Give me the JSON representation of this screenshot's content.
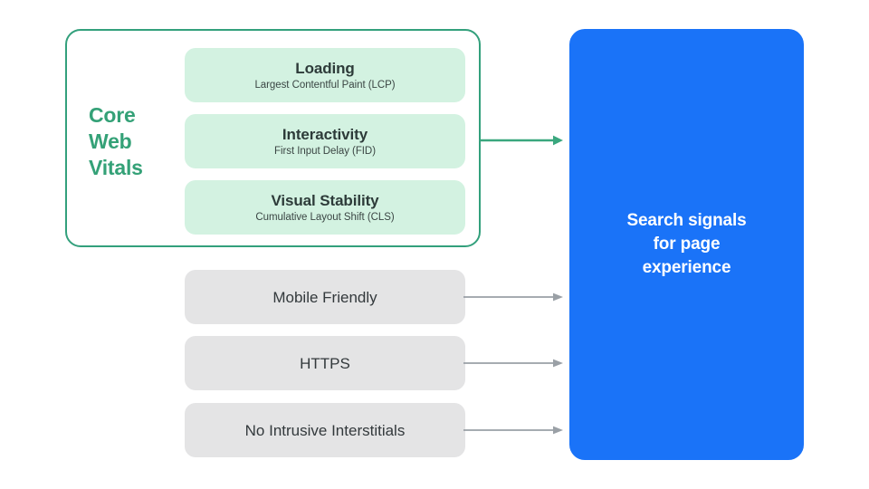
{
  "diagram": {
    "title": "Search signals for page experience",
    "colors": {
      "core_web_vitals_accent": "#34a177",
      "core_web_vitals_border": "#33a07c",
      "mint_card_bg": "#d3f2e1",
      "grey_card_bg": "#e4e4e5",
      "blue_panel_bg": "#1a73f8",
      "green_arrow": "#3aa77e",
      "grey_arrow": "#9aa0a6",
      "card_title_text": "#2d3b39",
      "blue_panel_text": "#ffffff",
      "background": "#ffffff"
    }
  },
  "core_web_vitals": {
    "label_lines": [
      "Core",
      "Web",
      "Vitals"
    ],
    "label_text": "Core Web Vitals",
    "metrics": [
      {
        "title": "Loading",
        "subtitle": "Largest Contentful Paint (LCP)",
        "abbreviation": "LCP"
      },
      {
        "title": "Interactivity",
        "subtitle": "First Input Delay (FID)",
        "abbreviation": "FID"
      },
      {
        "title": "Visual Stability",
        "subtitle": "Cumulative Layout Shift (CLS)",
        "abbreviation": "CLS"
      }
    ]
  },
  "other_signals": [
    {
      "title": "Mobile Friendly"
    },
    {
      "title": "HTTPS"
    },
    {
      "title": "No Intrusive Interstitials"
    }
  ],
  "output_panel": {
    "text_lines": [
      "Search signals",
      "for page",
      "experience"
    ],
    "text": "Search signals for page experience"
  },
  "arrows": [
    {
      "name": "core-web-vitals-arrow",
      "color": "#3aa77e",
      "style": "thick-bracketed"
    },
    {
      "name": "mobile-friendly-arrow",
      "color": "#9aa0a6",
      "style": "thin"
    },
    {
      "name": "https-arrow",
      "color": "#9aa0a6",
      "style": "thin"
    },
    {
      "name": "no-intrusive-interstitials-arrow",
      "color": "#9aa0a6",
      "style": "thin"
    }
  ]
}
